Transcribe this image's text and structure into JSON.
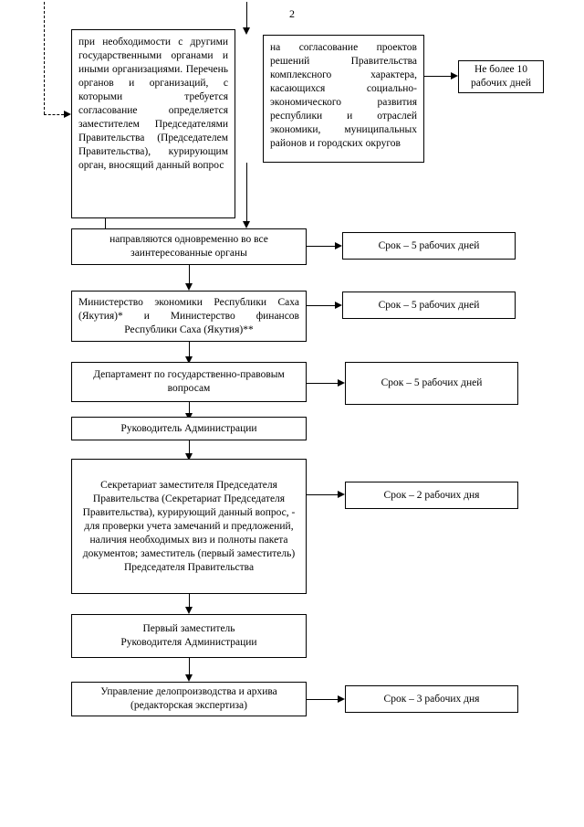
{
  "document": {
    "page_number": "2",
    "type": "flowchart"
  },
  "nodes": {
    "other_bodies": {
      "text": "при необходимости с другими государственными органами и иными организациями. Перечень органов и организаций, с которыми требуется согласование определяется заместителем Председателями Правительства (Председателем Правительства), курирующим орган, вносящий данный вопрос"
    },
    "complex_decisions": {
      "text": "на согласование проектов решений Правительства комплексного характера, касающихся социально-экономического развития республики и отраслей экономики, муниципальных районов и городских округов"
    },
    "term_10": {
      "text": "Не более 10 рабочих дней"
    },
    "sent_simultaneously": {
      "text": "направляются одновременно во все заинтересованные органы"
    },
    "term_5_a": {
      "text": "Срок – 5 рабочих дней"
    },
    "ministries": {
      "text": "Министерство экономики Республики Саха (Якутия)* и Министерство финансов Республики Саха (Якутия)**"
    },
    "term_5_b": {
      "text": "Срок – 5 рабочих дней"
    },
    "legal_department": {
      "text": "Департамент по государственно-правовым вопросам"
    },
    "term_5_c": {
      "text": "Срок – 5 рабочих дней"
    },
    "head_of_administration": {
      "text": "Руководитель Администрации"
    },
    "secretariat": {
      "text": "Секретариат заместителя Председателя Правительства (Секретариат Председателя Правительства), курирующий данный вопрос, - для проверки учета замечаний и предложений, наличия необходимых виз и полноты пакета документов; заместитель (первый заместитель) Председателя Правительства"
    },
    "term_2": {
      "text": "Срок – 2 рабочих дня"
    },
    "first_deputy": {
      "text": "Первый заместитель\nРуководителя Администрации"
    },
    "first_deputy_line1": {
      "text": "Первый заместитель"
    },
    "first_deputy_line2": {
      "text": "Руководителя Администрации"
    },
    "records_management": {
      "text": "Управление делопроизводства и архива (редакторская экспертиза)"
    },
    "term_3": {
      "text": "Срок – 3 рабочих дня"
    }
  },
  "colors": {
    "line": "#000000",
    "background": "#ffffff",
    "text": "#000000"
  }
}
